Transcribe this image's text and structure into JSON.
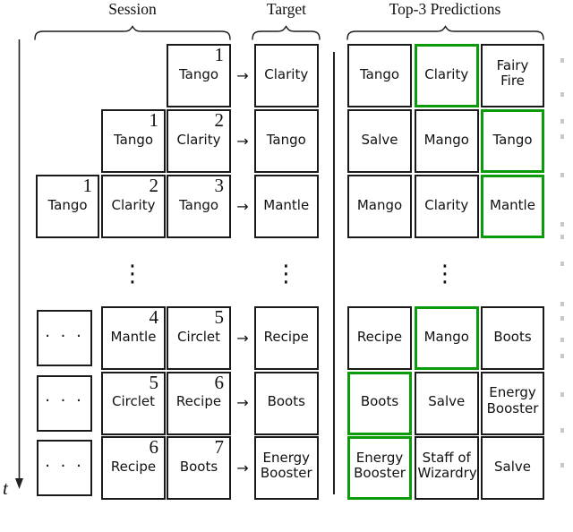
{
  "headers": {
    "session": "Session",
    "target": "Target",
    "predictions": "Top-3 Predictions"
  },
  "time_axis_label": "t",
  "glyphs": {
    "arrow": "→",
    "vertical_dots": "⋮",
    "horizontal_dots": "· · ·"
  },
  "colors": {
    "correct_green": "#0a9a0a",
    "line_black": "#1a1a1a"
  },
  "rows": [
    {
      "session": [
        {
          "col": 3,
          "num": "1",
          "item": "Tango"
        }
      ],
      "target": "Clarity",
      "predictions": [
        {
          "item": "Tango",
          "correct": false
        },
        {
          "item": "Clarity",
          "correct": true
        },
        {
          "item": "Fairy Fire",
          "correct": false
        }
      ]
    },
    {
      "session": [
        {
          "col": 2,
          "num": "1",
          "item": "Tango"
        },
        {
          "col": 3,
          "num": "2",
          "item": "Clarity"
        }
      ],
      "target": "Tango",
      "predictions": [
        {
          "item": "Salve",
          "correct": false
        },
        {
          "item": "Mango",
          "correct": false
        },
        {
          "item": "Tango",
          "correct": true
        }
      ]
    },
    {
      "session": [
        {
          "col": 1,
          "num": "1",
          "item": "Tango"
        },
        {
          "col": 2,
          "num": "2",
          "item": "Clarity"
        },
        {
          "col": 3,
          "num": "3",
          "item": "Tango"
        }
      ],
      "target": "Mantle",
      "predictions": [
        {
          "item": "Mango",
          "correct": false
        },
        {
          "item": "Clarity",
          "correct": false
        },
        {
          "item": "Mantle",
          "correct": true
        }
      ]
    },
    {
      "session": [
        {
          "col": 1,
          "ellipsis": true
        },
        {
          "col": 2,
          "num": "4",
          "item": "Mantle"
        },
        {
          "col": 3,
          "num": "5",
          "item": "Circlet"
        }
      ],
      "target": "Recipe",
      "predictions": [
        {
          "item": "Recipe",
          "correct": false
        },
        {
          "item": "Mango",
          "correct": true
        },
        {
          "item": "Boots",
          "correct": false
        }
      ]
    },
    {
      "session": [
        {
          "col": 1,
          "ellipsis": true
        },
        {
          "col": 2,
          "num": "5",
          "item": "Circlet"
        },
        {
          "col": 3,
          "num": "6",
          "item": "Recipe"
        }
      ],
      "target": "Boots",
      "predictions": [
        {
          "item": "Boots",
          "correct": true
        },
        {
          "item": "Salve",
          "correct": false
        },
        {
          "item": "Energy Booster",
          "correct": false
        }
      ]
    },
    {
      "session": [
        {
          "col": 1,
          "ellipsis": true
        },
        {
          "col": 2,
          "num": "6",
          "item": "Recipe"
        },
        {
          "col": 3,
          "num": "7",
          "item": "Boots"
        }
      ],
      "target": "Energy Booster",
      "predictions": [
        {
          "item": "Energy Booster",
          "correct": true
        },
        {
          "item": "Staff of Wizardry",
          "correct": false
        },
        {
          "item": "Salve",
          "correct": false
        }
      ]
    }
  ],
  "decorations": {
    "edge_marks_y": [
      65,
      103,
      133,
      150,
      193,
      248,
      262,
      292,
      337,
      353,
      377,
      395,
      438,
      478,
      517
    ]
  }
}
